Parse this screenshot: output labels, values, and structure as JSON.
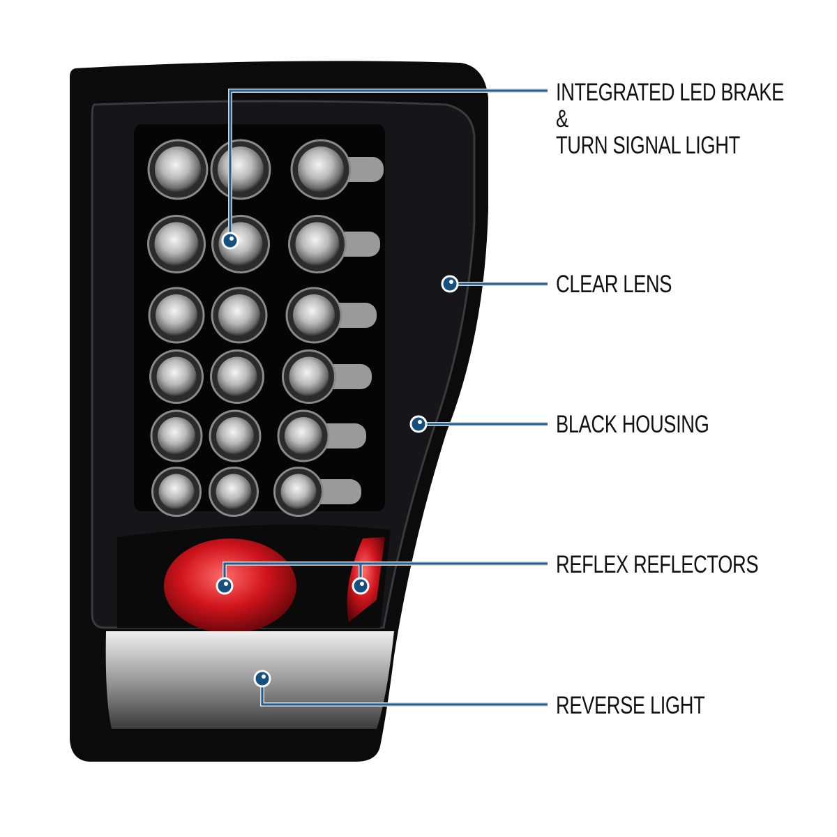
{
  "colors": {
    "callout_line": "#1f5f8f",
    "callout_dot": "#16507e",
    "housing": "#0b0b0c",
    "reflector": "#c8141c"
  },
  "callouts": [
    {
      "line1": "INTEGRATED LED BRAKE",
      "line2": "&",
      "line3": "TURN SIGNAL LIGHT"
    },
    {
      "label": "CLEAR LENS"
    },
    {
      "label": "BLACK HOUSING"
    },
    {
      "label": "REFLEX REFLECTORS"
    },
    {
      "label": "REVERSE LIGHT"
    }
  ]
}
